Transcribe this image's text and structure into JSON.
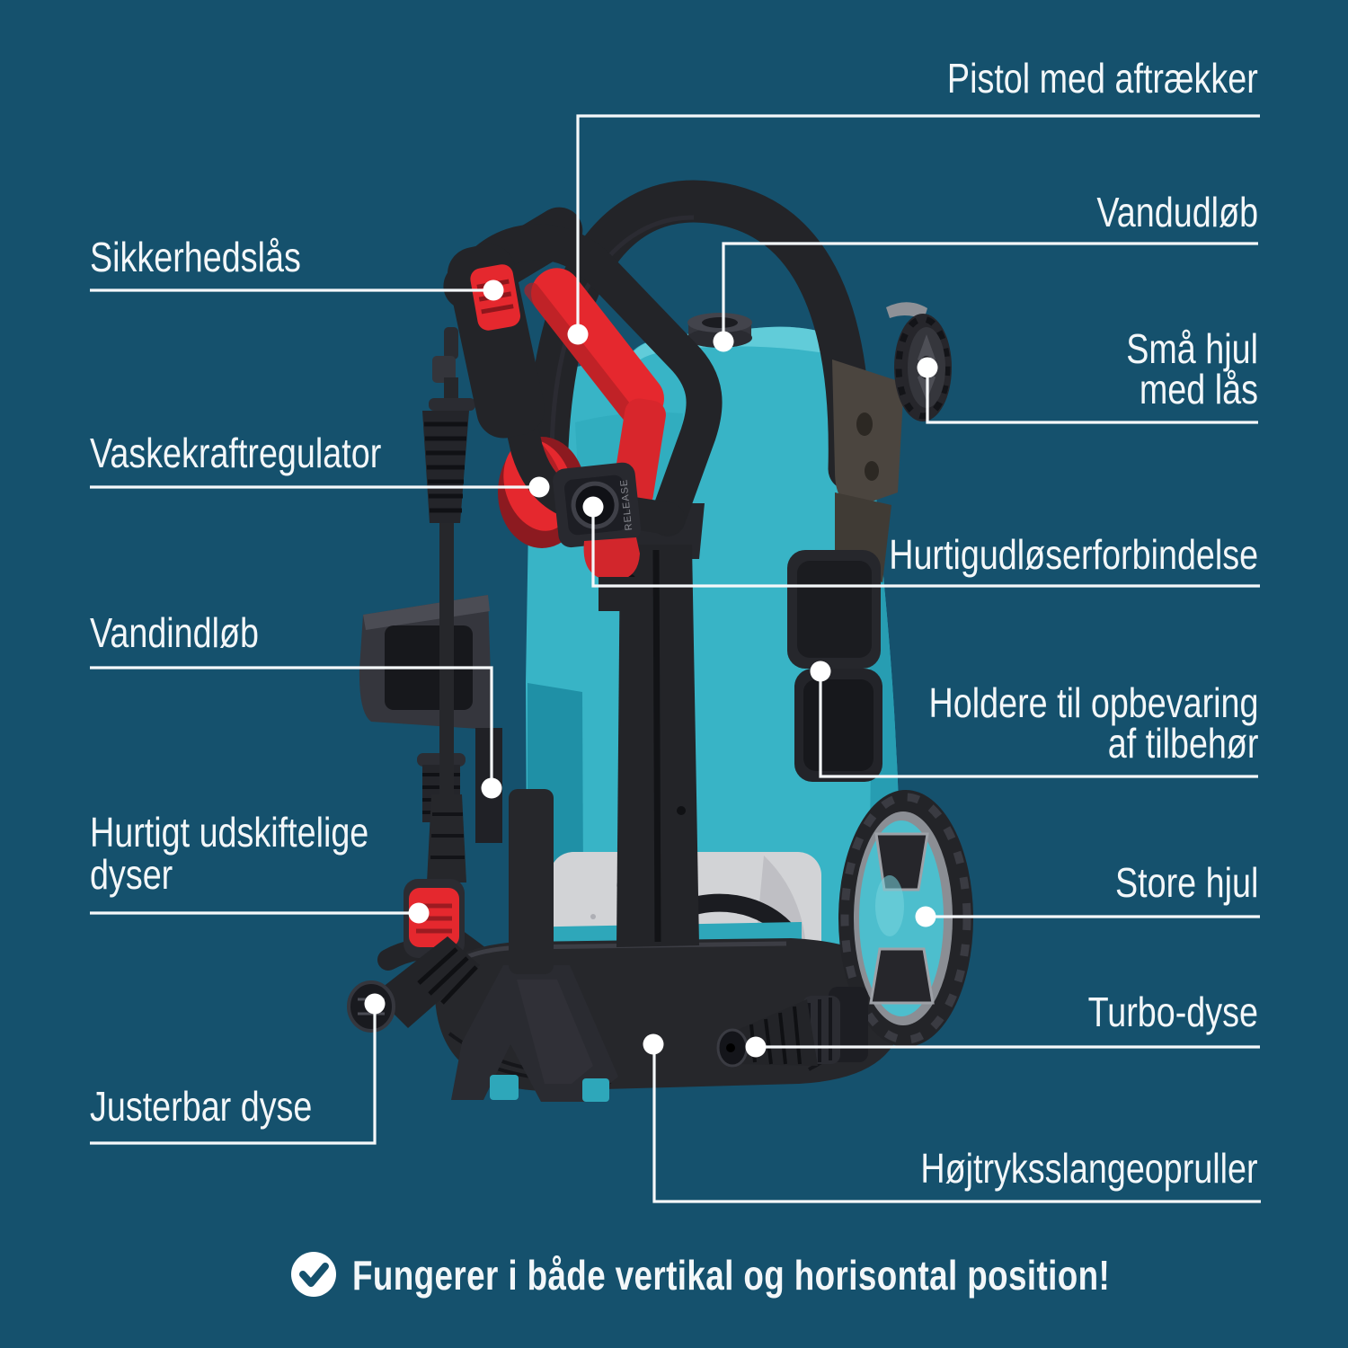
{
  "colors": {
    "background": "#15516D",
    "label_text": "#F3F7F9",
    "callout_line": "#F5F8FA",
    "machine_teal": "#38B4C6",
    "machine_teal_dark": "#279DB2",
    "machine_black": "#232428",
    "machine_red": "#E5282E",
    "wheel_rim_gray": "#8B8E94"
  },
  "callouts": {
    "left": [
      {
        "label": [
          "Sikkerhedslås"
        ]
      },
      {
        "label": [
          "Vaskekraftregulator"
        ]
      },
      {
        "label": [
          "Vandindløb"
        ]
      },
      {
        "label": [
          "Hurtigt udskiftelige",
          "dyser"
        ]
      },
      {
        "label": [
          "Justerbar dyse"
        ]
      }
    ],
    "right": [
      {
        "label": [
          "Pistol med aftrækker"
        ]
      },
      {
        "label": [
          "Vandudløb"
        ]
      },
      {
        "label": [
          "Små hjul",
          "med lås"
        ]
      },
      {
        "label": [
          "Hurtigudløserforbindelse"
        ]
      },
      {
        "label": [
          "Holdere til opbevaring",
          "af tilbehør"
        ]
      },
      {
        "label": [
          "Store hjul"
        ]
      },
      {
        "label": [
          "Turbo-dyse"
        ]
      },
      {
        "label": [
          "Højtryksslangeopruller"
        ]
      }
    ]
  },
  "footer": {
    "icon": "check-circle",
    "text": "Fungerer i både vertikal og horisontal position!"
  },
  "machine": {
    "marking_release": "RELEASE"
  }
}
